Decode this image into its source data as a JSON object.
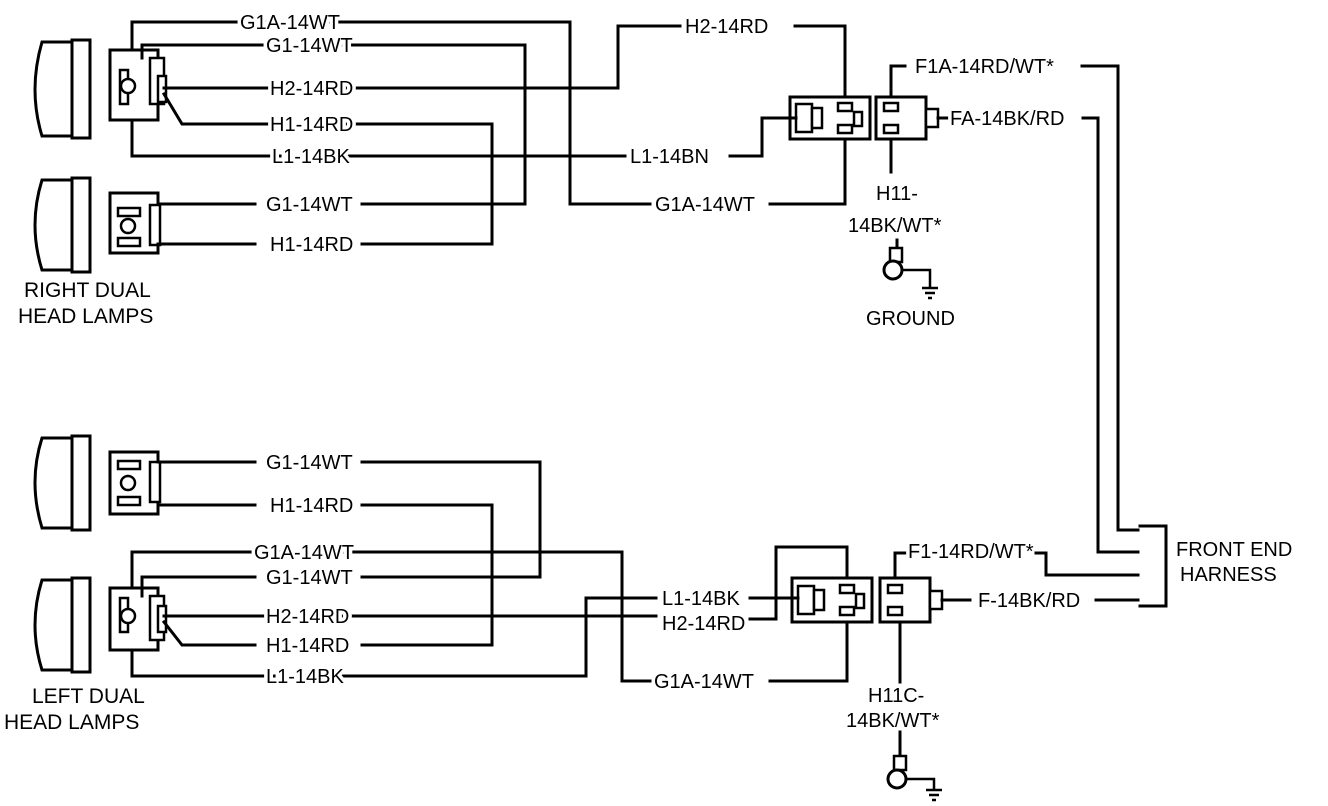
{
  "title": "",
  "right_lamps": {
    "caption_line1": "RIGHT DUAL",
    "caption_line2": "HEAD LAMPS",
    "outer_wires": [
      "G1A-14WT",
      "G1-14WT",
      "H2-14RD",
      "H1-14RD",
      "L1-14BK"
    ],
    "inner_wires": [
      "G1-14WT",
      "H1-14RD"
    ]
  },
  "left_lamps": {
    "caption_line1": "LEFT DUAL",
    "caption_line2": "HEAD LAMPS",
    "inner_wires": [
      "G1-14WT",
      "H1-14RD"
    ],
    "outer_wires": [
      "G1A-14WT",
      "G1-14WT",
      "H2-14RD",
      "H1-14RD",
      "L1-14BK"
    ]
  },
  "top_switch": {
    "wires": [
      "H2-14RD",
      "L1-14BN",
      "G1A-14WT"
    ],
    "feed_wires": [
      "F1A-14RD/WT*",
      "FA-14BK/RD"
    ],
    "ground_wire_line1": "H11-",
    "ground_wire_line2": "14BK/WT*",
    "ground_label": "GROUND"
  },
  "bottom_switch": {
    "wires": [
      "L1-14BK",
      "H2-14RD",
      "G1A-14WT"
    ],
    "feed_wires": [
      "F1-14RD/WT*",
      "F-14BK/RD"
    ],
    "ground_wire_line1": "H11C-",
    "ground_wire_line2": "14BK/WT*"
  },
  "harness": {
    "label_line1": "FRONT END",
    "label_line2": "HARNESS"
  }
}
